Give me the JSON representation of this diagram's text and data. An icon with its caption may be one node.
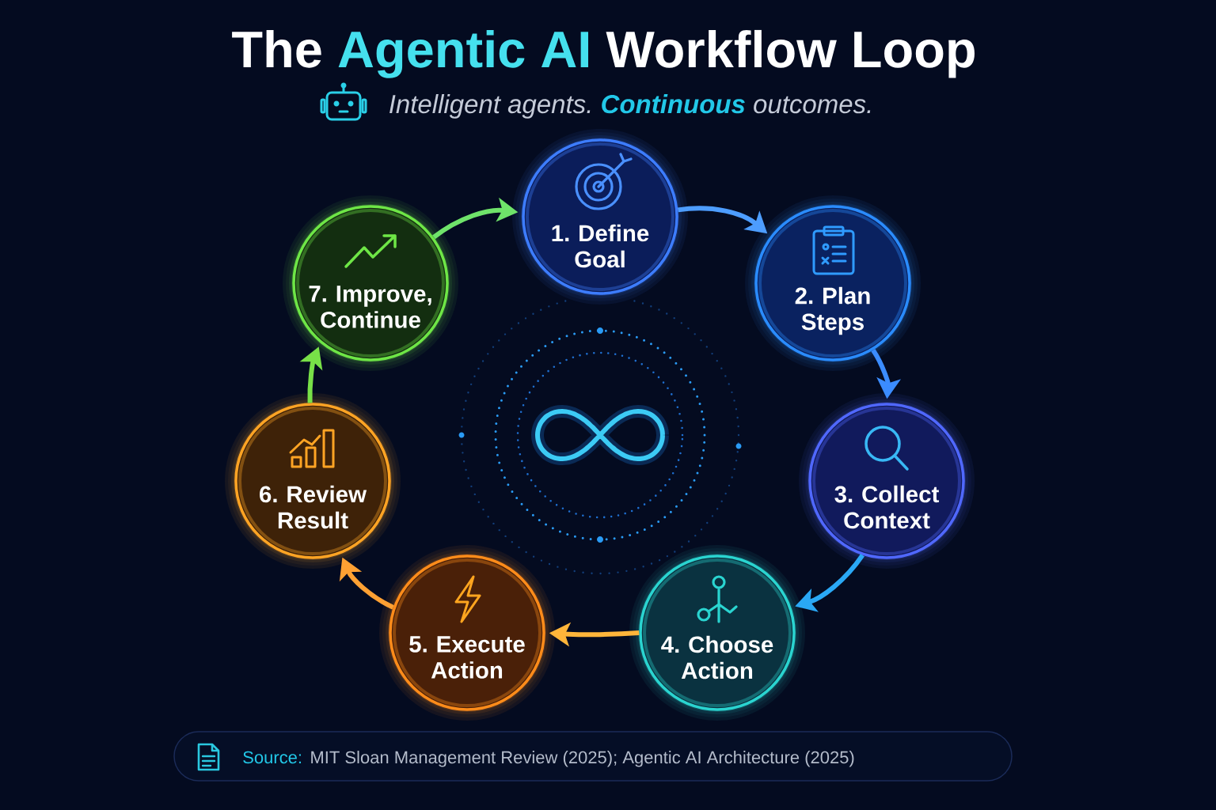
{
  "diagram": {
    "title": "The **Agentic AI** Workflow Loop",
    "nodes": [
      {
        "text": [
          "1. Define Goal"
        ]
      },
      {
        "text": [
          "2. Plan Steps"
        ]
      },
      {
        "text": [
          "3. Collect Context"
        ]
      },
      {
        "text": [
          "4. Choose Action"
        ]
      },
      {
        "text": [
          "5. Execute Action"
        ]
      },
      {
        "text": [
          "6. Review Result"
        ]
      },
      {
        "text": [
          "7. Improve, Continue"
        ]
      },
      {
        "text": [
          "Source:",
          "MIT Sloan Management Review (2025); Agentic AI Architecture (2025)"
        ]
      }
    ],
    "edges": [
      {
        "from": 0,
        "to": 1,
        "arrow": "to",
        "color": "#4d9dff"
      },
      {
        "from": 1,
        "to": 2,
        "arrow": "to",
        "color": "#3b8cff"
      },
      {
        "from": 2,
        "to": 3,
        "arrow": "to",
        "color": "#2aa8f5"
      },
      {
        "from": 3,
        "to": 4,
        "arrow": "to",
        "color": "#ffb53a"
      },
      {
        "from": 4,
        "to": 5,
        "arrow": "to",
        "color": "#ffa133"
      },
      {
        "from": 5,
        "to": 6,
        "arrow": "to",
        "color": "#78e048"
      },
      {
        "from": 6,
        "to": 0,
        "arrow": "to",
        "color": "#6fe36a"
      }
    ],
    "labels": [
      "Intelligent agents. **Continuous** outcomes."
    ]
  }
}
